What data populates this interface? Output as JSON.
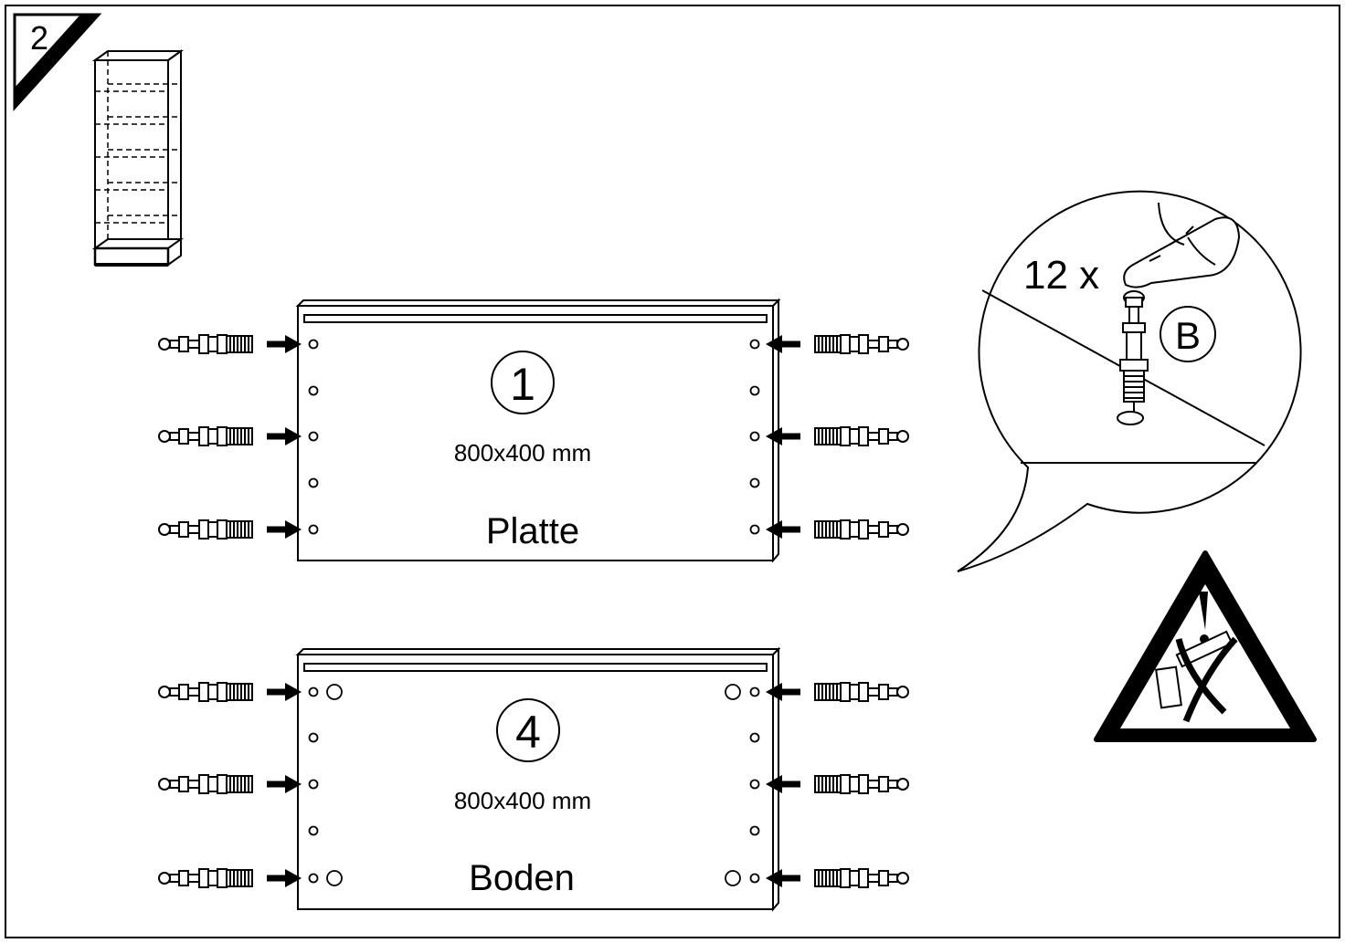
{
  "step": {
    "number": "2"
  },
  "panels": [
    {
      "number": "1",
      "dimensions": "800x400 mm",
      "name": "Platte"
    },
    {
      "number": "4",
      "dimensions": "800x400 mm",
      "name": "Boden"
    }
  ],
  "callout": {
    "quantity": "12 x",
    "part": "B"
  },
  "warning": {
    "icon": "no-hammer-warning-icon"
  },
  "colors": {
    "ink": "#000000",
    "paper": "#ffffff"
  }
}
